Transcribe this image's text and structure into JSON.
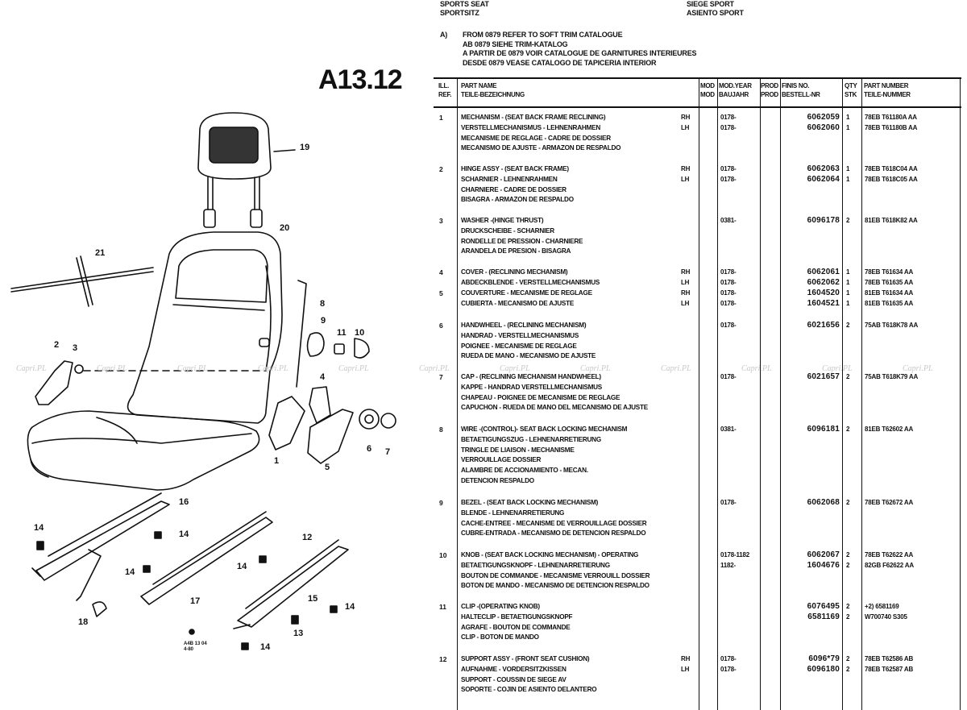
{
  "header": {
    "title_en": "SPORTS SEAT",
    "title_de": "SPORTSITZ",
    "title_fr": "SIEGE SPORT",
    "title_es": "ASIENTO SPORT",
    "page_code": "A13.12",
    "note_label": "A)",
    "note_lines": [
      "FROM 0879 REFER TO SOFT TRIM CATALOGUE",
      "AB 0879 SIEHE TRIM-KATALOG",
      "A PARTIR DE 0879 VOIR CATALOGUE DE GARNITURES INTERIEURES",
      "DESDE 0879 VEASE CATALOGO DE TAPICERIA INTERIOR"
    ]
  },
  "columns": {
    "ill_ref": [
      "ILL.",
      "REF."
    ],
    "part_name": [
      "PART NAME",
      "TEILE-BEZEICHNUNG"
    ],
    "mod": [
      "MOD",
      "MOD"
    ],
    "mod_year": [
      "MOD.YEAR",
      "BAUJAHR"
    ],
    "prod": [
      "PROD",
      "PROD"
    ],
    "finis": [
      "FINIS NO.",
      "BESTELL-NR"
    ],
    "qty": [
      "QTY",
      "STK"
    ],
    "part_number": [
      "PART NUMBER",
      "TEILE-NUMMER"
    ]
  },
  "rows": [
    {
      "ref": "1",
      "name": [
        "MECHANISM - (SEAT BACK FRAME RECLINING)",
        "VERSTELLMECHANISMUS - LEHNENRAHMEN",
        "MECANISME DE REGLAGE - CADRE DE DOSSIER",
        "MECANISMO DE AJUSTE - ARMAZON DE RESPALDO"
      ],
      "side": [
        "RH",
        "LH"
      ],
      "year": [
        "0178-",
        "0178-"
      ],
      "finis": [
        "6062059",
        "6062060"
      ],
      "qty": [
        "1",
        "1"
      ],
      "partno": [
        "78EB T61180A AA",
        "78EB T61180B AA"
      ]
    },
    {
      "ref": "2",
      "name": [
        "HINGE ASSY - (SEAT BACK FRAME)",
        "SCHARNIER - LEHNENRAHMEN",
        "CHARNIERE - CADRE DE DOSSIER",
        "BISAGRA - ARMAZON DE RESPALDO"
      ],
      "side": [
        "RH",
        "LH"
      ],
      "year": [
        "0178-",
        "0178-"
      ],
      "finis": [
        "6062063",
        "6062064"
      ],
      "qty": [
        "1",
        "1"
      ],
      "partno": [
        "78EB T618C04 AA",
        "78EB T618C05 AA"
      ]
    },
    {
      "ref": "3",
      "name": [
        "WASHER -(HINGE THRUST)",
        "DRUCKSCHEIBE - SCHARNIER",
        "RONDELLE DE PRESSION - CHARNIERE",
        "ARANDELA DE PRESION - BISAGRA"
      ],
      "side": [],
      "year": [
        "0381-"
      ],
      "finis": [
        "6096178"
      ],
      "qty": [
        "2"
      ],
      "partno": [
        "81EB T618K82 AA"
      ]
    },
    {
      "ref": "4",
      "name": [
        "COVER - (RECLINING MECHANISM)",
        "ABDECKBLENDE - VERSTELLMECHANISMUS"
      ],
      "side": [
        "RH",
        "LH"
      ],
      "year": [
        "0178-",
        "0178-"
      ],
      "finis": [
        "6062061",
        "6062062"
      ],
      "qty": [
        "1",
        "1"
      ],
      "partno": [
        "78EB T61634 AA",
        "78EB T61635 AA"
      ]
    },
    {
      "ref": "5",
      "name": [
        "COUVERTURE - MECANISME DE REGLAGE",
        "CUBIERTA - MECANISMO DE AJUSTE"
      ],
      "side": [
        "RH",
        "LH"
      ],
      "year": [
        "0178-",
        "0178-"
      ],
      "finis": [
        "1604520",
        "1604521"
      ],
      "qty": [
        "1",
        "1"
      ],
      "partno": [
        "81EB T61634 AA",
        "81EB T61635 AA"
      ]
    },
    {
      "ref": "6",
      "name": [
        "HANDWHEEL - (RECLINING MECHANISM)",
        "HANDRAD - VERSTELLMECHANISMUS",
        "POIGNEE - MECANISME DE REGLAGE",
        "RUEDA DE MANO - MECANISMO DE AJUSTE"
      ],
      "side": [],
      "year": [
        "0178-"
      ],
      "finis": [
        "6021656"
      ],
      "qty": [
        "2"
      ],
      "partno": [
        "75AB T618K78 AA"
      ]
    },
    {
      "ref": "7",
      "name": [
        "CAP - (RECLINING MECHANISM HANDWHEEL)",
        "KAPPE - HANDRAD VERSTELLMECHANISMUS",
        "CHAPEAU - POIGNEE DE MECANISME DE REGLAGE",
        "CAPUCHON - RUEDA DE MANO DEL MECANISMO DE AJUSTE"
      ],
      "side": [],
      "year": [
        "0178-"
      ],
      "finis": [
        "6021657"
      ],
      "qty": [
        "2"
      ],
      "partno": [
        "75AB T618K79 AA"
      ]
    },
    {
      "ref": "8",
      "name": [
        "WIRE -(CONTROL)- SEAT BACK LOCKING MECHANISM",
        "BETAETIGUNGSZUG - LEHNENARRETIERUNG",
        "TRINGLE DE LIAISON - MECHANISME",
        "VERROUILLAGE DOSSIER",
        "ALAMBRE DE ACCIONAMIENTO - MECAN.",
        "DETENCION RESPALDO"
      ],
      "side": [],
      "year": [
        "0381-"
      ],
      "finis": [
        "6096181"
      ],
      "qty": [
        "2"
      ],
      "partno": [
        "81EB T62602 AA"
      ]
    },
    {
      "ref": "9",
      "name": [
        "BEZEL - (SEAT BACK LOCKING MECHANISM)",
        "BLENDE - LEHNENARRETIERUNG",
        "CACHE-ENTREE - MECANISME DE VERROUILLAGE DOSSIER",
        "CUBRE-ENTRADA - MECANISMO DE DETENCION RESPALDO"
      ],
      "side": [],
      "year": [
        "0178-"
      ],
      "finis": [
        "6062068"
      ],
      "qty": [
        "2"
      ],
      "partno": [
        "78EB T62672 AA"
      ]
    },
    {
      "ref": "10",
      "name": [
        "KNOB - (SEAT BACK LOCKING MECHANISM) - OPERATING",
        "BETAETIGUNGSKNOPF - LEHNENARRETIERUNG",
        "BOUTON DE COMMANDE - MECANISME VERROUILL DOSSIER",
        "BOTON DE MANDO - MECANISMO DE DETENCION RESPALDO"
      ],
      "side": [],
      "year": [
        "0178-1182",
        "1182-"
      ],
      "finis": [
        "6062067",
        "1604676"
      ],
      "qty": [
        "2",
        "2"
      ],
      "partno": [
        "78EB T62622 AA",
        "82GB F62622 AA"
      ]
    },
    {
      "ref": "11",
      "name": [
        "CLIP -(OPERATING KNOB)",
        "HALTECLIP - BETAETIGUNGSKNOPF",
        "AGRAFE - BOUTON DE COMMANDE",
        "CLIP - BOTON DE MANDO"
      ],
      "side": [],
      "year": [],
      "finis": [
        "6076495",
        "6581169"
      ],
      "qty": [
        "2",
        "2"
      ],
      "partno": [
        "+2) 6581169",
        "W700740 S305"
      ]
    },
    {
      "ref": "12",
      "name": [
        "SUPPORT ASSY - (FRONT SEAT CUSHION)",
        "AUFNAHME - VORDERSITZKISSEN",
        "SUPPORT - COUSSIN DE SIEGE AV",
        "SOPORTE - COJIN DE ASIENTO DELANTERO"
      ],
      "side": [
        "RH",
        "LH"
      ],
      "year": [
        "0178-",
        "0178-"
      ],
      "finis": [
        "6096*79",
        "6096180"
      ],
      "qty": [
        "2",
        "2"
      ],
      "partno": [
        "78EB T62586 AB",
        "78EB T62587 AB"
      ]
    }
  ],
  "diagram": {
    "callouts": [
      "1",
      "2",
      "3",
      "4",
      "5",
      "6",
      "7",
      "8",
      "9",
      "10",
      "11",
      "12",
      "13",
      "14",
      "14",
      "14",
      "14",
      "14",
      "14",
      "15",
      "16",
      "17",
      "18",
      "19",
      "20",
      "21"
    ],
    "stamp": [
      "A4B 13 04",
      "4-80"
    ],
    "watermark": "Capri.PL"
  },
  "colors": {
    "ink": "#111111",
    "paper": "#ffffff",
    "watermark": "#c8c8c8"
  }
}
